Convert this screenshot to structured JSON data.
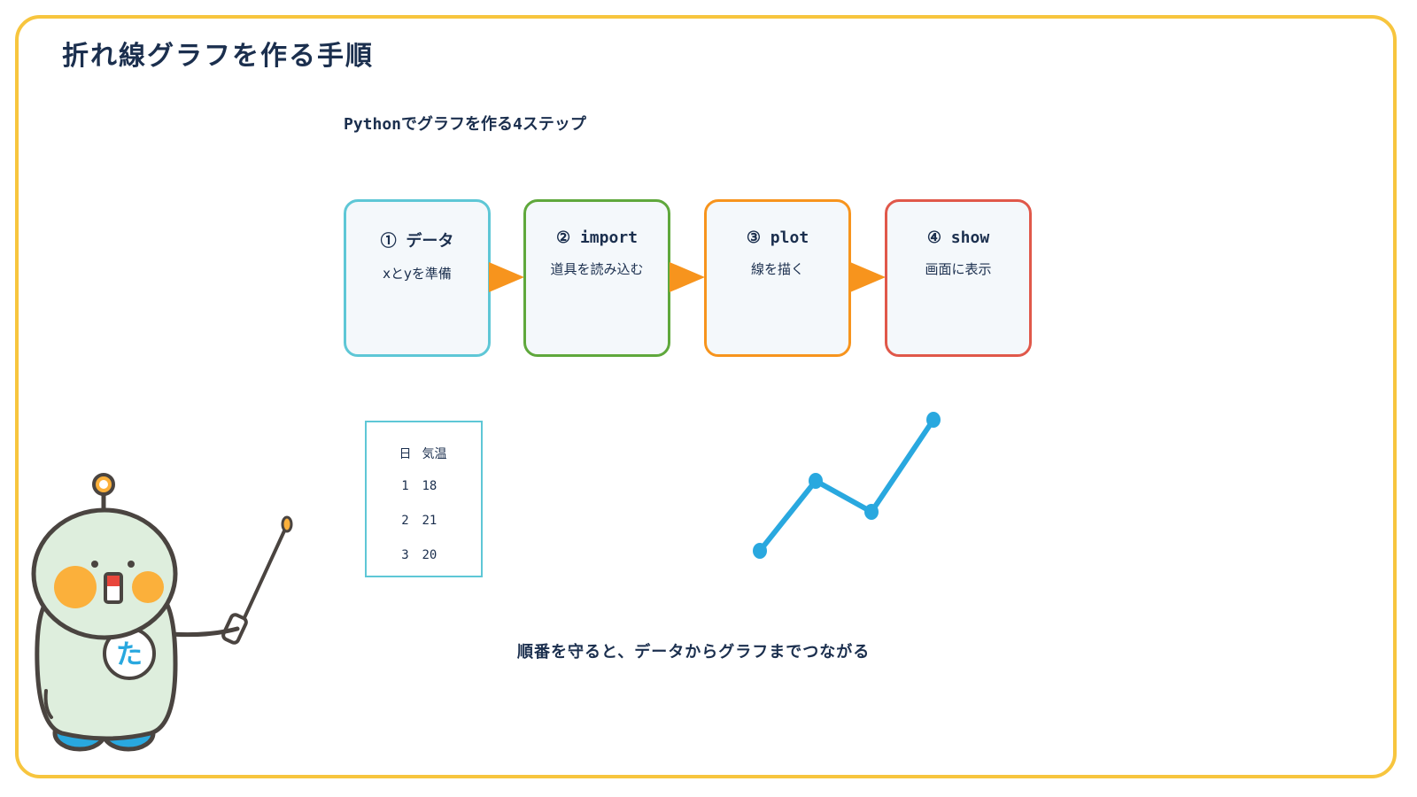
{
  "page": {
    "title": "折れ線グラフを作る手順"
  },
  "diagram": {
    "subtitle": "Pythonでグラフを作る4ステップ",
    "steps": [
      {
        "title": "① データ",
        "desc": "xとyを準備",
        "color": "#5ec7d6"
      },
      {
        "title": "② import",
        "desc": "道具を読み込む",
        "color": "#5fa83c"
      },
      {
        "title": "③ plot",
        "desc": "線を描く",
        "color": "#f7941d"
      },
      {
        "title": "④ show",
        "desc": "画面に表示",
        "color": "#e0584a"
      }
    ],
    "table": {
      "headers": [
        "日",
        "気温"
      ],
      "rows": [
        [
          "1",
          "18"
        ],
        [
          "2",
          "21"
        ],
        [
          "3",
          "20"
        ]
      ]
    },
    "line_color": "#29a8df",
    "footer": "順番を守ると、データからグラフまでつながる"
  },
  "mascot": {
    "emblem": "た",
    "body_color": "#deeedd",
    "cheek_color": "#fbb03b",
    "feet_color": "#29a8df"
  }
}
